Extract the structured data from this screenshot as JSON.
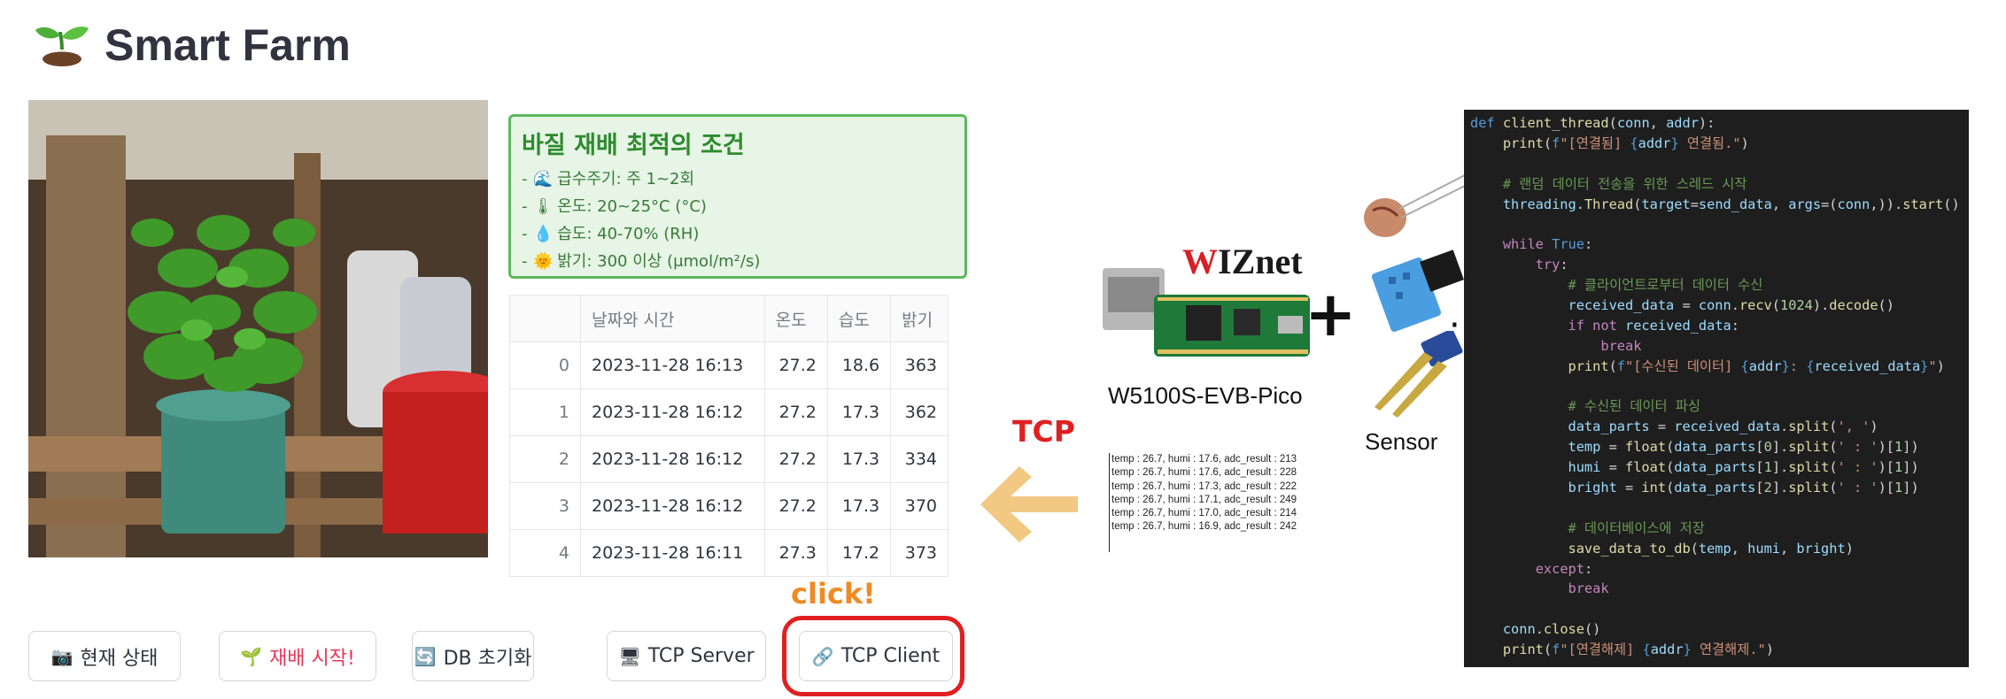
{
  "header": {
    "title": "Smart Farm"
  },
  "info_box": {
    "title": "바질 재배 최적의 조건",
    "rows": [
      {
        "icon": "wave-icon",
        "glyph": "🌊",
        "text": "급수주기: 주 1~2회"
      },
      {
        "icon": "thermometer-icon",
        "glyph": "🌡",
        "text": "온도: 20~25°C (°C)"
      },
      {
        "icon": "droplet-icon",
        "glyph": "💧",
        "text": "습도: 40-70% (RH)"
      },
      {
        "icon": "sun-icon",
        "glyph": "🌞",
        "text": "밝기: 300 이상 (μmol/m²/s)"
      }
    ]
  },
  "table": {
    "headers": [
      "",
      "날짜와 시간",
      "온도",
      "습도",
      "밝기"
    ],
    "rows": [
      [
        "0",
        "2023-11-28 16:13",
        "27.2",
        "18.6",
        "363"
      ],
      [
        "1",
        "2023-11-28 16:12",
        "27.2",
        "17.3",
        "362"
      ],
      [
        "2",
        "2023-11-28 16:12",
        "27.2",
        "17.3",
        "334"
      ],
      [
        "3",
        "2023-11-28 16:12",
        "27.2",
        "17.3",
        "370"
      ],
      [
        "4",
        "2023-11-28 16:11",
        "27.3",
        "17.2",
        "373"
      ]
    ]
  },
  "buttons": {
    "status": {
      "icon": "camera-icon",
      "glyph": "📷",
      "label": "현재 상태"
    },
    "start": {
      "icon": "seedling-icon",
      "glyph": "🌱",
      "label": "재배 시작!",
      "color": "#e8385a"
    },
    "reset": {
      "icon": "refresh-icon",
      "glyph": "🔄",
      "label": "DB 초기화"
    },
    "server": {
      "icon": "monitor-icon",
      "glyph": "🖥",
      "label": "TCP Server"
    },
    "client": {
      "icon": "link-icon",
      "glyph": "🔗",
      "label": "TCP Client"
    }
  },
  "annotations": {
    "click": "click!",
    "tcp": "TCP",
    "board": "W5100S-EVB-Pico",
    "sensor": "Sensor",
    "brand": "WIZnet",
    "plus": "+"
  },
  "serial_log": [
    "temp : 26.7, humi : 17.6, adc_result : 213",
    "temp : 26.7, humi : 17.6, adc_result : 228",
    "temp : 26.7, humi : 17.3, adc_result : 222",
    "temp : 26.7, humi : 17.1, adc_result : 249",
    "temp : 26.7, humi : 17.0, adc_result : 214",
    "temp : 26.7, humi : 16.9, adc_result : 242"
  ],
  "code_lines": [
    "def client_thread(conn, addr):",
    "    print(f\"[연결됨] {addr} 연결됨.\")",
    "",
    "    # 랜덤 데이터 전송을 위한 스레드 시작",
    "    threading.Thread(target=send_data, args=(conn,)).start()",
    "",
    "    while True:",
    "        try:",
    "            # 클라이언트로부터 데이터 수신",
    "            received_data = conn.recv(1024).decode()",
    "            if not received_data:",
    "                break",
    "            print(f\"[수신된 데이터] {addr}: {received_data}\")",
    "",
    "            # 수신된 데이터 파싱",
    "            data_parts = received_data.split(', ')",
    "            temp = float(data_parts[0].split(' : ')[1])",
    "            humi = float(data_parts[1].split(' : ')[1])",
    "            bright = int(data_parts[2].split(' : ')[1])",
    "",
    "            # 데이터베이스에 저장",
    "            save_data_to_db(temp, humi, bright)",
    "        except:",
    "            break",
    "",
    "    conn.close()",
    "    print(f\"[연결해제] {addr} 연결해제.\")"
  ],
  "colors": {
    "keyword": "#569cd6",
    "control": "#c586c0",
    "function": "#dcdcaa",
    "string": "#ce9178",
    "comment": "#6a9955",
    "variable": "#9cdcfe",
    "class": "#4ec9b0",
    "number": "#b5cea8",
    "plain": "#d4d4d4"
  }
}
